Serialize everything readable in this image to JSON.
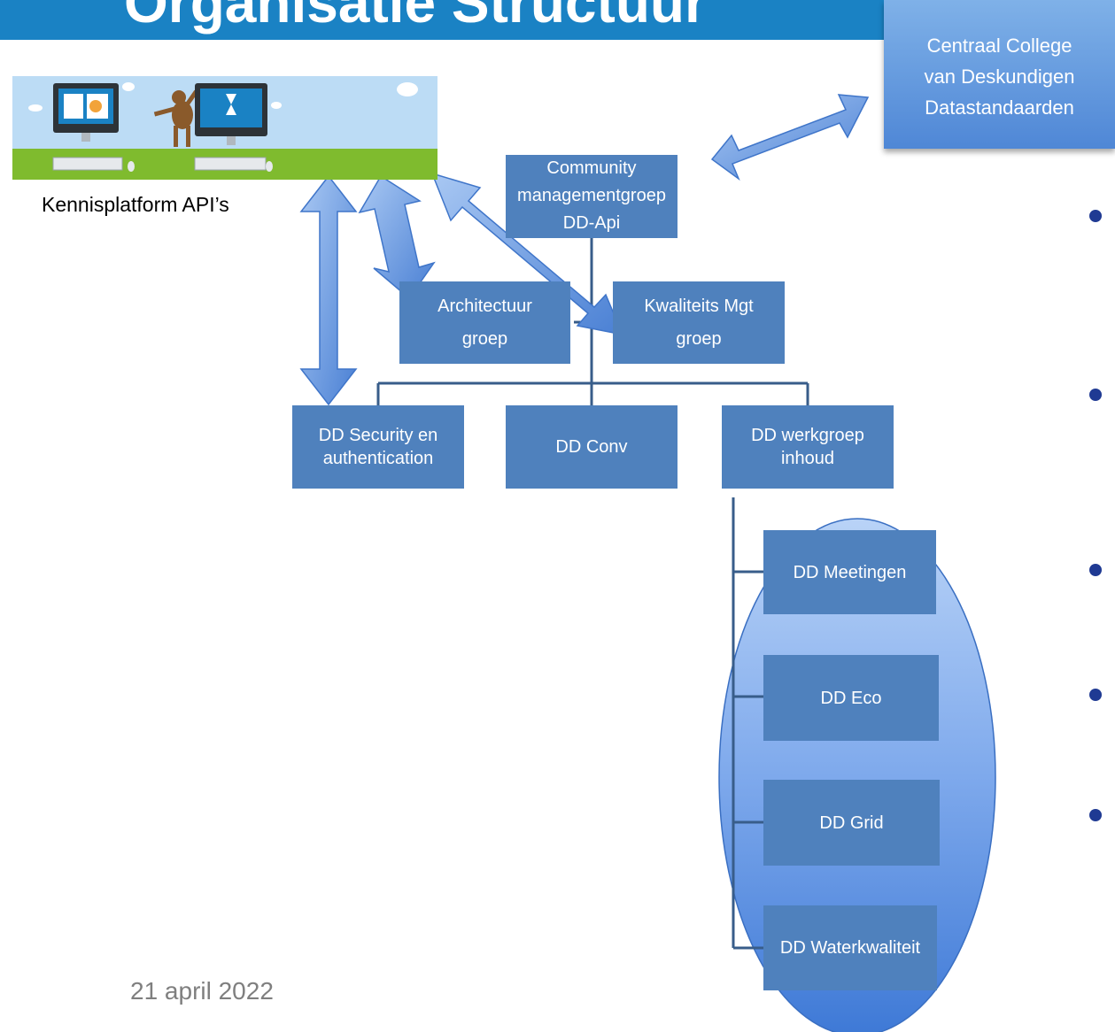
{
  "header": {
    "title": "Organisatie Structuur"
  },
  "central_college": {
    "lines": [
      "Centraal College",
      "van Deskundigen",
      "Datastandaarden"
    ]
  },
  "knowledge_platform": {
    "label": "Kennisplatform API’s"
  },
  "nodes": {
    "community": [
      "Community",
      "managementgroep",
      "DD-Api"
    ],
    "architectuur": [
      "Architectuur",
      "groep"
    ],
    "kwaliteit": [
      "Kwaliteits Mgt",
      "groep"
    ],
    "security": [
      "DD Security en",
      "authentication"
    ],
    "conv": "DD Conv",
    "werkgroep": [
      "DD werkgroep",
      "inhoud"
    ],
    "meetingen": "DD Meetingen",
    "eco": "DD Eco",
    "grid": "DD Grid",
    "waterkwaliteit": "DD Waterkwaliteit"
  },
  "footer": {
    "date": "21 april 2022"
  },
  "colors": {
    "box": "#4f81bd",
    "connector": "#385d8a",
    "banner": "#1a82c4",
    "bullet": "#1f3a93"
  }
}
